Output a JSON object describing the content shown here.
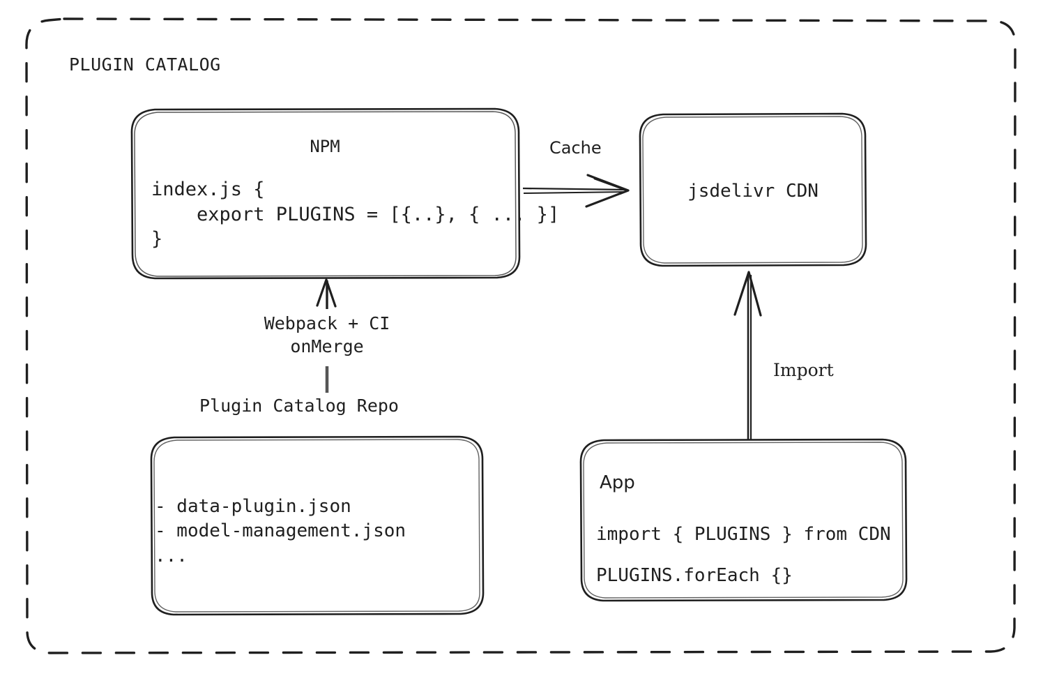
{
  "diagram": {
    "title": "PLUGIN CATALOG",
    "background": "#ffffff",
    "stroke": "#1f1f1f",
    "nodes": {
      "npm": {
        "title": "NPM",
        "code": "index.js {\n    export PLUGINS = [{..}, { ... }]\n}"
      },
      "cdn": {
        "title": "jsdelivr CDN"
      },
      "repo": {
        "caption": "Plugin Catalog Repo",
        "files": "- data-plugin.json\n- model-management.json\n..."
      },
      "app": {
        "title": "App",
        "line1": "import { PLUGINS } from CDN",
        "line2": "PLUGINS.forEach {}"
      }
    },
    "edges": {
      "cache": "Cache",
      "webpack": "Webpack + CI\nonMerge",
      "import": "Import"
    }
  }
}
